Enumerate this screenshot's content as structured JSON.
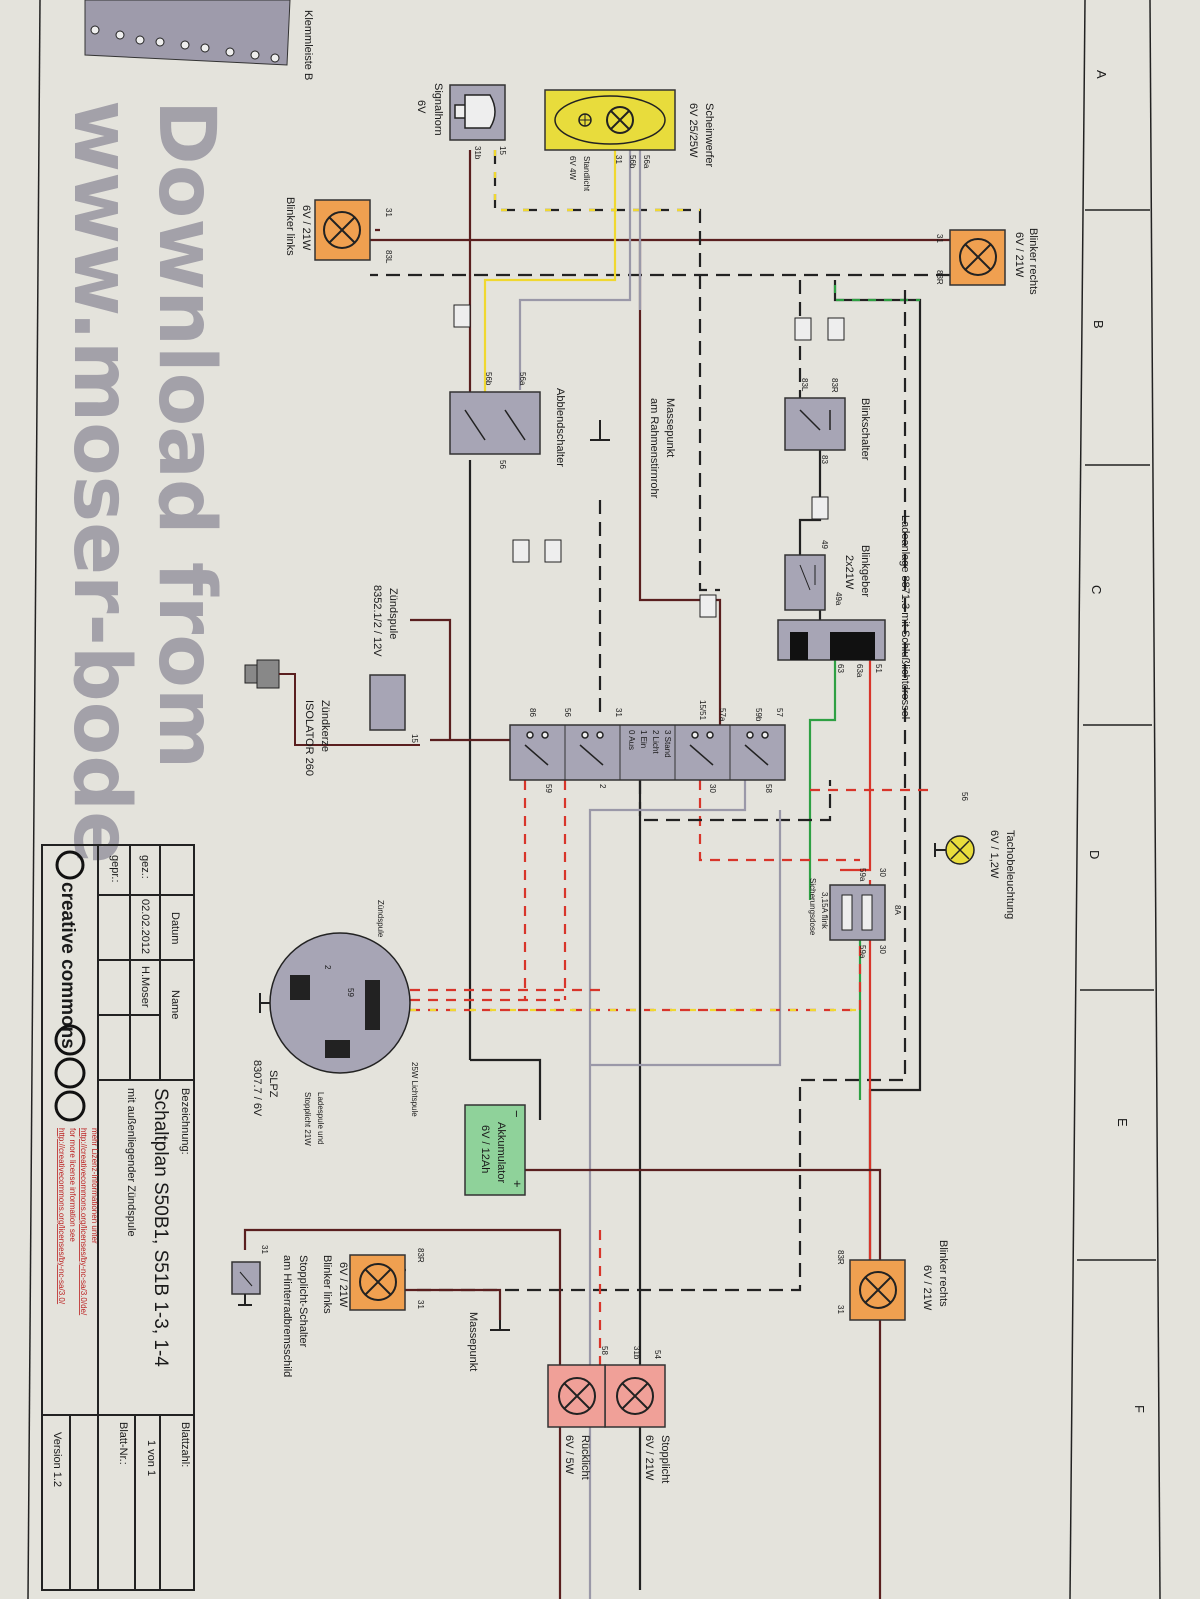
{
  "sheet": {
    "columns": [
      "A",
      "B",
      "C",
      "D",
      "E",
      "F"
    ]
  },
  "components": {
    "blinker_rechts_front": {
      "name": "Blinker rechts",
      "rating": "6V / 21W",
      "t1": "31",
      "t2": "83R"
    },
    "blinker_links_front": {
      "name": "Blinker links",
      "rating": "6V / 21W",
      "t1": "31",
      "t2": "83L"
    },
    "scheinwerfer": {
      "name": "Scheinwerfer",
      "rating": "6V 25/25W",
      "standlicht": "Standlicht",
      "standlicht_rating": "6V 4W",
      "t1": "56a",
      "t2": "56b",
      "t3": "31"
    },
    "signalhorn": {
      "name": "Signalhorn",
      "rating": "6V",
      "t1": "15",
      "t2": "31b"
    },
    "klemmleiste": {
      "name": "Klemmleiste B"
    },
    "blinkschalter": {
      "name": "Blinkschalter",
      "t1": "83R",
      "t2": "83L",
      "t3": "83"
    },
    "abblendschalter": {
      "name": "Abblendschalter",
      "t1": "56a",
      "t2": "56b",
      "t3": "56"
    },
    "massepunkt_front": {
      "name": "Massepunkt",
      "sub": "am Rahmenstirnrohr"
    },
    "blinkgeber": {
      "name": "Blinkgeber",
      "rating": "2x21W",
      "t1": "49",
      "t2": "49a"
    },
    "ladeanlage": {
      "name": "Ladeanlage 8871.3 mit Schlußlichtdrossel",
      "t1": "51",
      "t2": "63a",
      "t3": "63"
    },
    "zuendschalter": {
      "positions": [
        "3 Stand",
        "2 Licht",
        "1 Ein",
        "0 Aus"
      ],
      "top": [
        "86",
        "56",
        "31",
        "15/51",
        "57a",
        "59b",
        "57"
      ],
      "bottom": [
        "59",
        "2",
        "30",
        "58"
      ]
    },
    "zuendspule": {
      "name": "Zündspule",
      "type": "8352.1/2 / 12V",
      "t1": "15"
    },
    "zuendkerze": {
      "name": "Zündkerze",
      "type": "ISOLATOR 260"
    },
    "tachobeleuchtung": {
      "name": "Tachobeleuchtung",
      "rating": "6V / 1,2W",
      "t1": "56"
    },
    "sicherungsdose": {
      "name": "Sicherungsdose",
      "rating": "3,15A flink",
      "rating2": "8A",
      "t1": "30",
      "t2": "59a",
      "t3": "30",
      "t4": "59a"
    },
    "slpz": {
      "name": "SLPZ",
      "type": "8307.7 / 6V",
      "zuendspule": "Zündspule",
      "lichtspule": "25W Lichtspule",
      "ladespule": "Ladespule und",
      "stopplicht": "Stopplicht 21W",
      "t1": "2",
      "t2": "59"
    },
    "akkumulator": {
      "name": "Akkumulator",
      "rating": "6V / 12Ah",
      "minus": "−",
      "plus": "+"
    },
    "blinker_rechts_rear": {
      "name": "Blinker rechts",
      "rating": "6V / 21W",
      "t1": "83R",
      "t2": "31"
    },
    "blinker_links_rear": {
      "name": "Blinker links",
      "rating": "6V / 21W",
      "t1": "83R",
      "t2": "31"
    },
    "stopplicht_schalter": {
      "name": "Stopplicht-Schalter",
      "sub": "am Hinterradbremsschild",
      "t1": "31"
    },
    "massepunkt_rear": {
      "name": "Massepunkt"
    },
    "stopplicht": {
      "name": "Stopplicht",
      "rating": "6V / 21W",
      "t1": "54",
      "t2": "31b"
    },
    "ruecklicht": {
      "name": "Rücklicht",
      "rating": "6V / 5W",
      "t1": "58"
    }
  },
  "title_block": {
    "datum": "Datum",
    "name": "Name",
    "gez": "gez.:",
    "date": "02.02.2012",
    "author": "H.Moser",
    "gepr": "gepr.:",
    "bezeichnung": "Bezeichnung:",
    "title": "Schaltplan S50B1, S51B 1-3, 1-4",
    "subtitle": "mit außenliegender Zündspule",
    "blattzahl": "Blattzahl:",
    "blattzahl_val": "1 von 1",
    "blatt_nr": "Blatt-Nr.:",
    "version": "Version 1.2",
    "cc_logo": "creative commons",
    "license1": "mehr Lizenz-Informationen unter",
    "license2": "http://creativecommons.org/licenses/by-nc-sa/3.0/de/",
    "license3": "for more license information see",
    "license4": "http://creativecommons.org/licenses/by-nc-sa/3.0/"
  },
  "watermark": "Download from www.moser-bode",
  "colors": {
    "orange": "#f0a050",
    "yellow": "#e8dc3c",
    "green": "#8fd29a",
    "red": "#f0a098",
    "gray": "#a7a5b5",
    "wire_red": "#d8352a",
    "wire_brown": "#5a1f1f",
    "wire_green": "#2ea043",
    "wire_yellow": "#f0d830"
  }
}
